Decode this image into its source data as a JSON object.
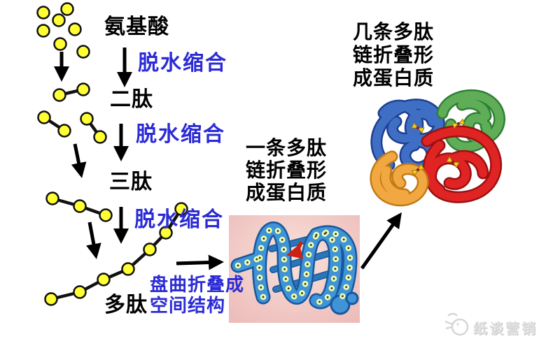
{
  "colors": {
    "stage_text": "#000000",
    "process_text": "#2b2bd6",
    "arrow": "#000000",
    "monomer_fill": "#ffff33",
    "monomer_stroke": "#111111",
    "bond_line": "#111111",
    "folded_bg": "#f0c6c3",
    "tube_main": "#3f93d6",
    "tube_edge": "#17589e",
    "tube_rail": "#2a76b8",
    "tube_dot": "#eeffb0",
    "tube_dot_center": "#3b3f2f",
    "red_arrow": "#cc2211",
    "chain_blue": "#3e6fc4",
    "chain_blue_edge": "#1e3f8f",
    "chain_green": "#5fae57",
    "chain_green_edge": "#2f7f36",
    "chain_red": "#e02424",
    "chain_red_edge": "#9c1010",
    "chain_orange": "#f2a840",
    "chain_orange_edge": "#c27a18",
    "bowtie": "#f5d020",
    "bowtie_center": "#8b2020",
    "watermark_gray": "#d6d6d6"
  },
  "stages": {
    "amino_acid": "氨基酸",
    "dipeptide": "二肽",
    "tripeptide": "三肽",
    "polypeptide": "多肽"
  },
  "process": {
    "dehydration": "脱水缩合",
    "coil_fold_line1": "盘曲折叠成",
    "coil_fold_line2": "空间结构"
  },
  "annotations": {
    "single_chain_lines": [
      "一条多肽",
      "链折叠形",
      "成蛋白质"
    ],
    "multi_chain_lines": [
      "几条多肽",
      "链折叠形",
      "成蛋白质"
    ]
  },
  "watermark": {
    "text": "纸谈营销"
  }
}
